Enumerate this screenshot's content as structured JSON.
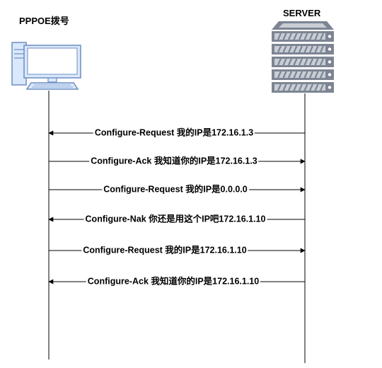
{
  "actors": {
    "client": {
      "label": "PPPOE拨号",
      "icon": "desktop-computer-icon"
    },
    "server": {
      "label": "SERVER",
      "icon": "server-rack-icon"
    }
  },
  "messages": [
    {
      "text": "Configure-Request 我的IP是172.16.1.3",
      "from": "server",
      "to": "client"
    },
    {
      "text": "Configure-Ack 我知道你的IP是172.16.1.3",
      "from": "client",
      "to": "server"
    },
    {
      "text": "Configure-Request 我的IP是0.0.0.0",
      "from": "client",
      "to": "server"
    },
    {
      "text": "Configure-Nak 你还是用这个IP吧172.16.1.10",
      "from": "server",
      "to": "client"
    },
    {
      "text": "Configure-Request 我的IP是172.16.1.10",
      "from": "client",
      "to": "server"
    },
    {
      "text": "Configure-Ack 我知道你的IP是172.16.1.10",
      "from": "server",
      "to": "client"
    }
  ],
  "colors": {
    "computer_stroke": "#6c8ebf",
    "computer_fill": "#dae8fc",
    "server_dark": "#7d8593",
    "server_light": "#c9ced6",
    "line": "#000000"
  }
}
